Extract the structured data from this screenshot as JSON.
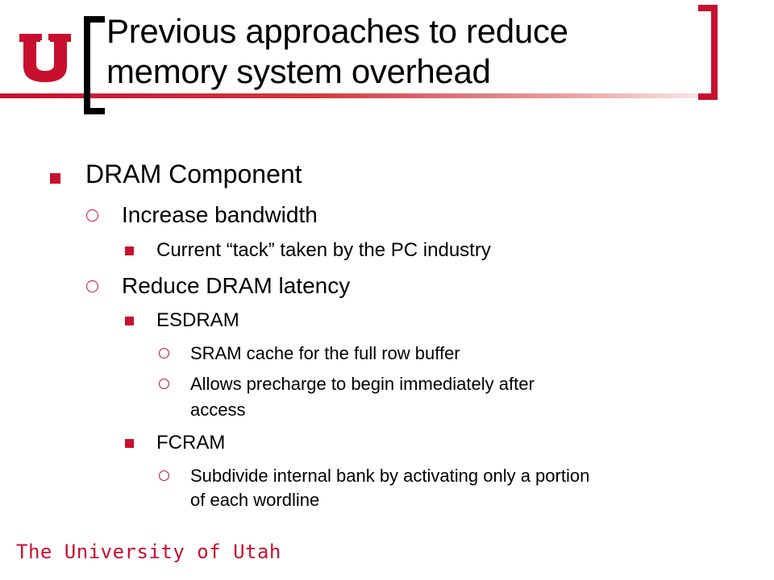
{
  "slide": {
    "title_line1": "Previous approaches to reduce",
    "title_line2": "memory system overhead",
    "bullets": {
      "b1": "DRAM Component",
      "b1_1": "Increase bandwidth",
      "b1_1_1": "Current “tack” taken by the PC industry",
      "b1_2": "Reduce DRAM latency",
      "b1_2_1": "ESDRAM",
      "b1_2_1_1": "SRAM cache for the full row buffer",
      "b1_2_1_2_line1": "Allows precharge to begin immediately after",
      "b1_2_1_2_line2": "access",
      "b1_2_2": "FCRAM",
      "b1_2_2_1_line1": "Subdivide internal bank by activating only a portion",
      "b1_2_2_1_line2": "of each wordline"
    }
  },
  "footer": {
    "text": "The University of Utah"
  },
  "icons": {
    "logo": "university-of-utah-block-u-logo",
    "level_marker_square": "square-bullet-icon",
    "level_marker_ring": "ring-bullet-icon"
  },
  "colors": {
    "accent": "#c8102e",
    "text": "#000000",
    "background": "#ffffff"
  }
}
